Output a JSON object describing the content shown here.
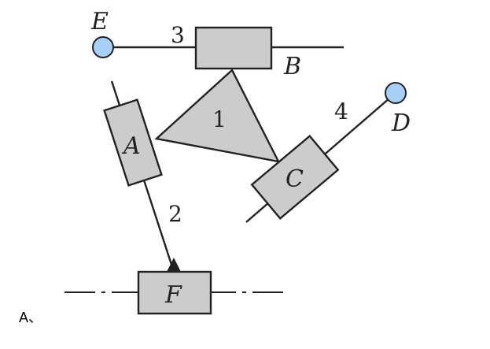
{
  "diagram": {
    "links": {
      "triangle": "1",
      "bar_A": "2",
      "bar_E": "3",
      "bar_D": "4"
    },
    "blocks": {
      "A": "A",
      "B": "B",
      "C": "C",
      "F": "F"
    },
    "joints": {
      "E": "E",
      "D": "D"
    },
    "colors": {
      "block_fill": "#cccccc",
      "joint_fill": "#a8cff5",
      "stroke": "#222222"
    }
  },
  "caption": "A、"
}
